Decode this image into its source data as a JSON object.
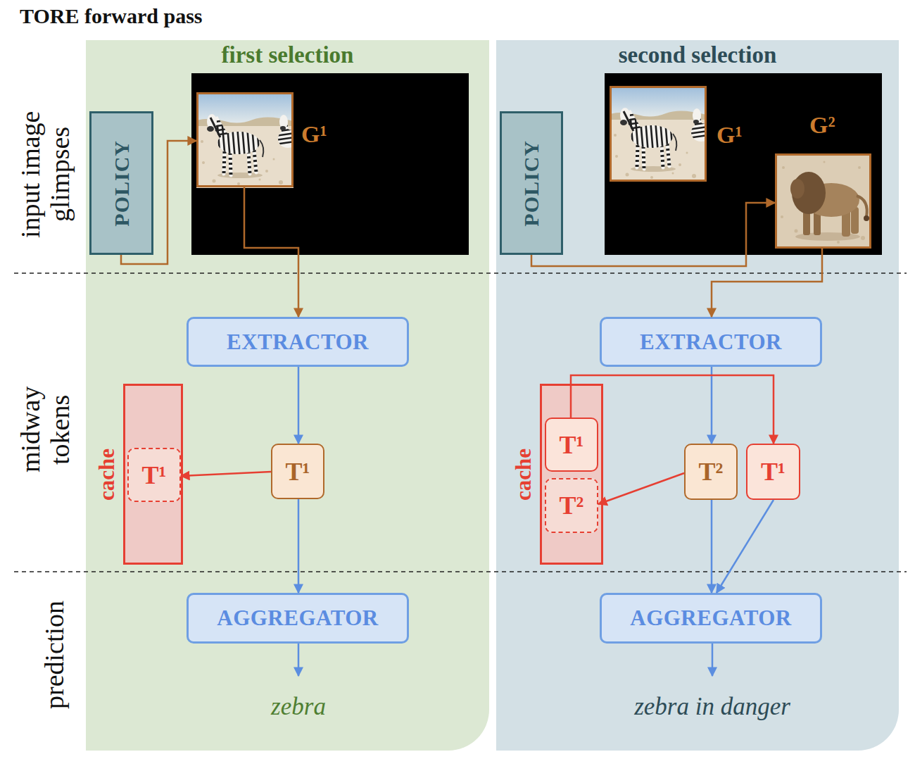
{
  "diagram": {
    "title": "TORE forward pass",
    "nodes": [
      {
        "text": [
          "first selection"
        ]
      },
      {
        "text": [
          "POLICY"
        ],
        "in": 0
      },
      {
        "text": [
          "G¹"
        ],
        "in": 0
      },
      {
        "text": [
          "EXTRACTOR"
        ],
        "in": 0
      },
      {
        "text": [
          "cache"
        ],
        "in": 0
      },
      {
        "text": [
          "T¹"
        ],
        "in": 4
      },
      {
        "text": [
          "T¹"
        ],
        "in": 0
      },
      {
        "text": [
          "AGGREGATOR"
        ],
        "in": 0
      },
      {
        "text": [
          "second selection"
        ]
      },
      {
        "text": [
          "POLICY"
        ],
        "in": 8
      },
      {
        "text": [
          "G¹"
        ],
        "in": 8
      },
      {
        "text": [
          "G²"
        ],
        "in": 8
      },
      {
        "text": [
          "EXTRACTOR"
        ],
        "in": 8
      },
      {
        "text": [
          "cache"
        ],
        "in": 8
      },
      {
        "text": [
          "T¹"
        ],
        "in": 13
      },
      {
        "text": [
          "T²"
        ],
        "in": 13
      },
      {
        "text": [
          "T²"
        ],
        "in": 8
      },
      {
        "text": [
          "T¹"
        ],
        "in": 8
      },
      {
        "text": [
          "AGGREGATOR"
        ],
        "in": 8
      }
    ],
    "edges": [
      {
        "from": 1,
        "to": 2,
        "arrow": "to"
      },
      {
        "from": 2,
        "to": 3,
        "arrow": "to"
      },
      {
        "from": 3,
        "to": 6,
        "arrow": "to"
      },
      {
        "from": 6,
        "to": 5,
        "arrow": "to"
      },
      {
        "from": 6,
        "to": 7,
        "arrow": "to"
      },
      {
        "from": 9,
        "to": 11,
        "arrow": "to"
      },
      {
        "from": 11,
        "to": 12,
        "arrow": "to"
      },
      {
        "from": 12,
        "to": 16,
        "arrow": "to"
      },
      {
        "from": 14,
        "to": 17,
        "arrow": "to"
      },
      {
        "from": 16,
        "to": 15,
        "arrow": "to"
      },
      {
        "from": 16,
        "to": 18,
        "arrow": "to"
      },
      {
        "from": 17,
        "to": 18,
        "arrow": "to"
      }
    ],
    "labels": [
      "input image glimpses",
      "midway tokens",
      "prediction",
      "zebra",
      "zebra in danger"
    ]
  }
}
